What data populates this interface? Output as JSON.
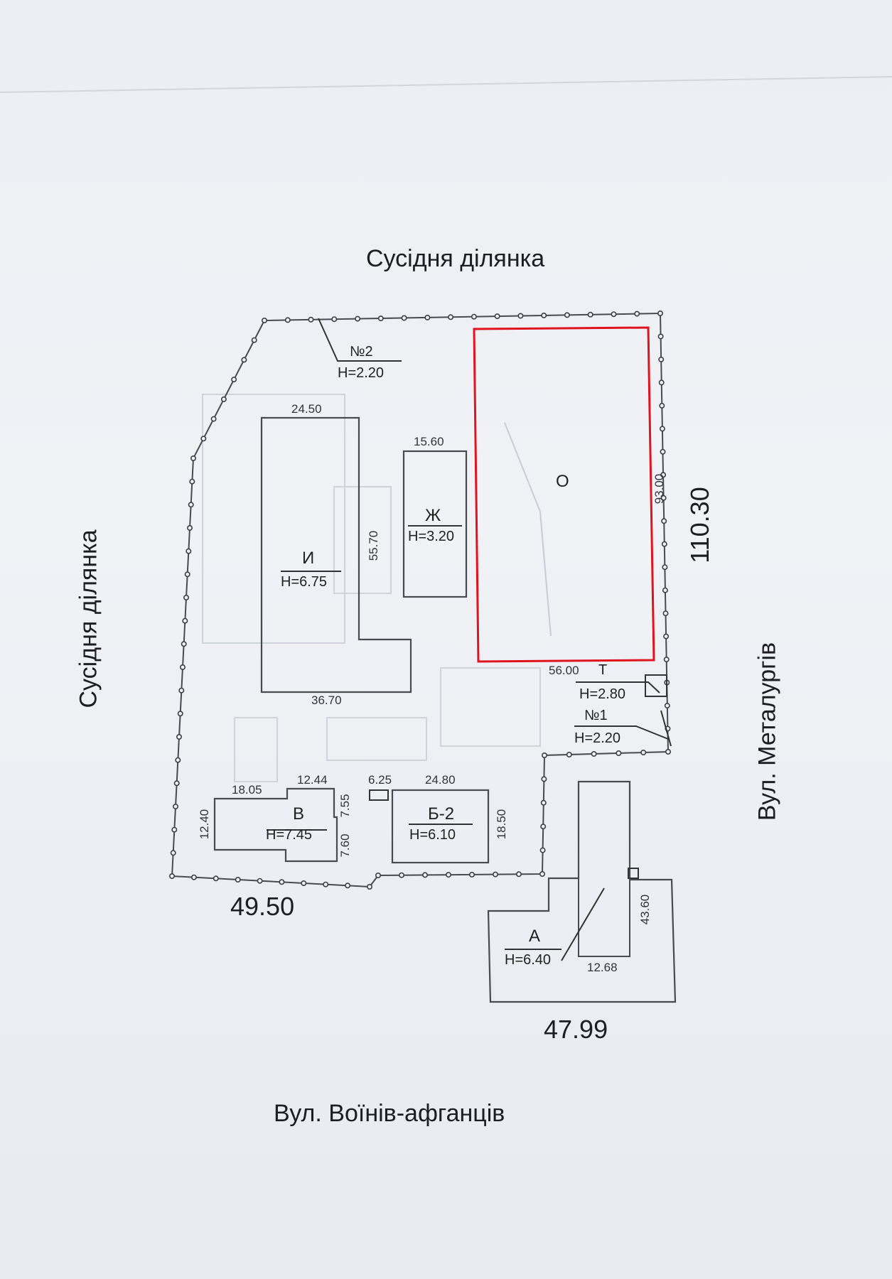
{
  "labels": {
    "top_neighbor": "Сусідня ділянка",
    "left_neighbor": "Сусідня ділянка",
    "street_bottom": "Вул. Воїнів-афганців",
    "street_right": "Вул. Металургів"
  },
  "totals": {
    "bottom_left": "49.50",
    "bottom_right": "47.99",
    "right": "110.30"
  },
  "buildings": {
    "n2": {
      "name": "№2",
      "height": "H=2.20"
    },
    "i": {
      "name": "И",
      "height": "H=6.75",
      "dim_top": "24.50",
      "dim_side": "55.70",
      "dim_bottom": "36.70"
    },
    "zh": {
      "name": "Ж",
      "height": "H=3.20",
      "dim_top": "15.60"
    },
    "o": {
      "name": "О",
      "dim_side": "93.00"
    },
    "t": {
      "name": "Т",
      "height": "H=2.80",
      "dim": "56.00"
    },
    "n1": {
      "name": "№1",
      "height": "H=2.20"
    },
    "v": {
      "name": "В",
      "height": "H=7.45",
      "dim_top1": "18.05",
      "dim_top2": "12.44",
      "dim_left": "12.40",
      "dim_side1": "7.55",
      "dim_side2": "7.60"
    },
    "b2": {
      "name": "Б-2",
      "height": "H=6.10",
      "dim_top1": "6.25",
      "dim_top2": "24.80",
      "dim_side": "18.50"
    },
    "a": {
      "name": "А",
      "height": "H=6.40",
      "dim_side": "43.60",
      "dim_bottom": "12.68"
    }
  },
  "colors": {
    "line": "#4a4a52",
    "highlight": "#e0141e",
    "paper": "#eceef3"
  }
}
